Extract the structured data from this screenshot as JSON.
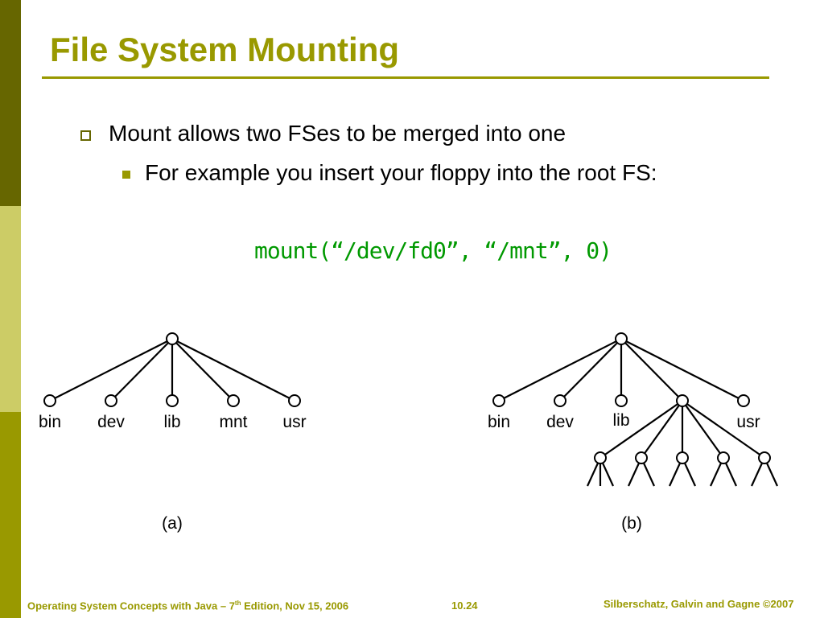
{
  "slide": {
    "title": "File System Mounting",
    "bullets": [
      {
        "level": 1,
        "text": "Mount allows two FSes to be merged into one"
      },
      {
        "level": 2,
        "text": "For example you insert your floppy into the root FS:"
      }
    ],
    "code": "mount(“/dev/fd0”, “/mnt”, 0)"
  },
  "diagram": {
    "tree_a": {
      "labels": [
        "bin",
        "dev",
        "lib",
        "mnt",
        "usr"
      ],
      "caption": "(a)"
    },
    "tree_b": {
      "labels": [
        "bin",
        "dev",
        "lib",
        "usr"
      ],
      "caption": "(b)"
    }
  },
  "footer": {
    "left_prefix": "Operating System Concepts with Java – 7",
    "left_sup": "th",
    "left_suffix": " Edition, Nov 15, 2006",
    "page_number": "10.24",
    "copyright": "Silberschatz, Galvin and Gagne ©2007"
  },
  "colors": {
    "accent": "#999900",
    "dark": "#666600",
    "light": "#cccc66",
    "code": "#009900"
  }
}
